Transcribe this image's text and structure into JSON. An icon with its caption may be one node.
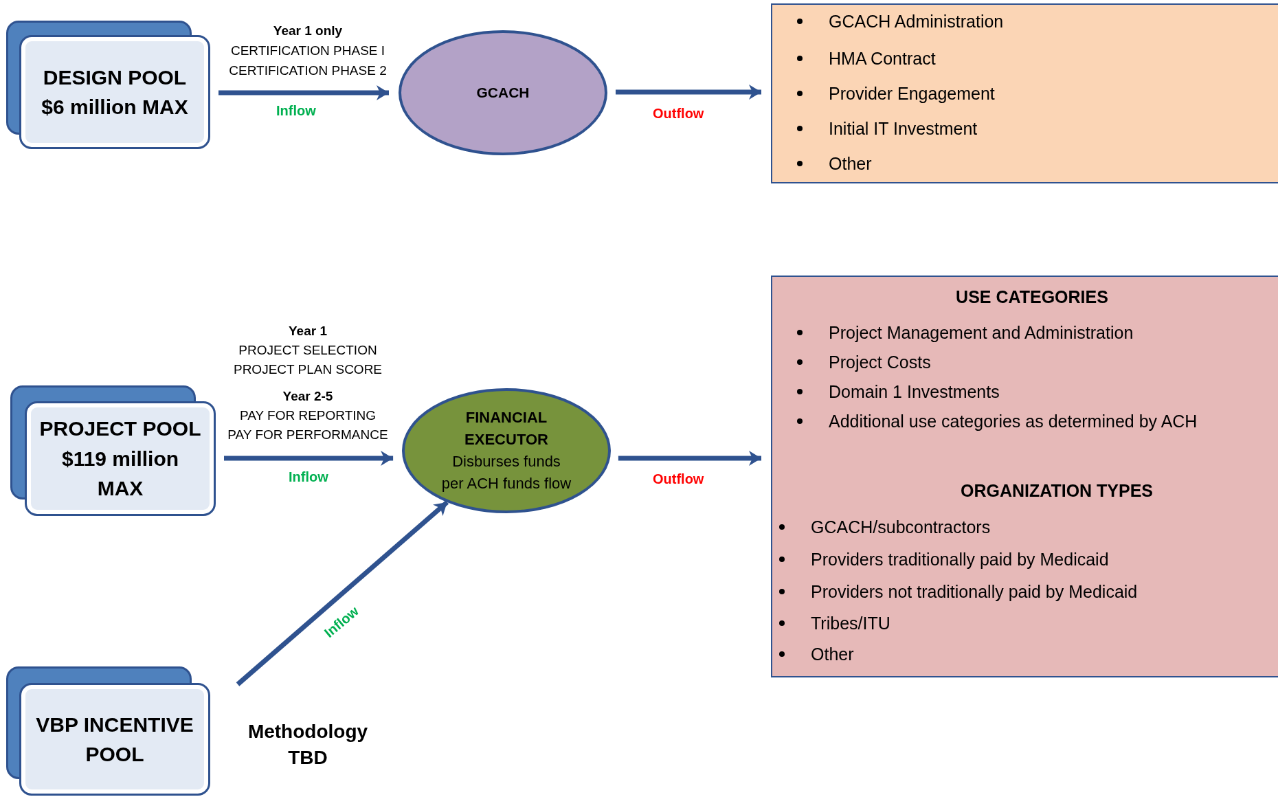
{
  "diagram": {
    "nodes": [
      {
        "text": [
          "DESIGN POOL $6 million MAX"
        ]
      },
      {
        "text": [
          "GCACH"
        ]
      },
      {
        "text": [
          "GCACH Administration",
          "HMA Contract",
          "Provider Engagement",
          "Initial IT Investment",
          "Other"
        ]
      },
      {
        "text": [
          "PROJECT POOL $119 million MAX"
        ]
      },
      {
        "text": [
          "FINANCIAL EXECUTOR",
          "Disburses funds per ACH funds flow"
        ]
      },
      {
        "text": [
          "USE CATEGORIES",
          "Project Management and Administration",
          "Project Costs",
          "Domain 1 Investments",
          "Additional use categories as determined by ACH",
          "ORGANIZATION TYPES",
          "GCACH/subcontractors",
          "Providers traditionally paid by Medicaid",
          "Providers not traditionally paid by Medicaid",
          "Tribes/ITU",
          "Other"
        ]
      },
      {
        "text": [
          "VBP INCENTIVE POOL"
        ]
      }
    ],
    "edges": [
      {
        "from": 0,
        "to": 1,
        "arrow": "to",
        "label": "Inflow"
      },
      {
        "from": 1,
        "to": 2,
        "arrow": "to",
        "label": "Outflow"
      },
      {
        "from": 3,
        "to": 4,
        "arrow": "to",
        "label": "Inflow"
      },
      {
        "from": 4,
        "to": 5,
        "arrow": "to",
        "label": "Outflow"
      },
      {
        "from": 6,
        "to": 4,
        "arrow": "to",
        "label": "Inflow"
      }
    ],
    "labels": [
      "Year 1 only",
      "CERTIFICATION PHASE I",
      "CERTIFICATION PHASE 2",
      "Year 1",
      "PROJECT SELECTION",
      "PROJECT PLAN SCORE",
      "Year 2-5",
      "PAY FOR REPORTING",
      "PAY FOR PERFORMANCE",
      "Methodology TBD"
    ]
  }
}
